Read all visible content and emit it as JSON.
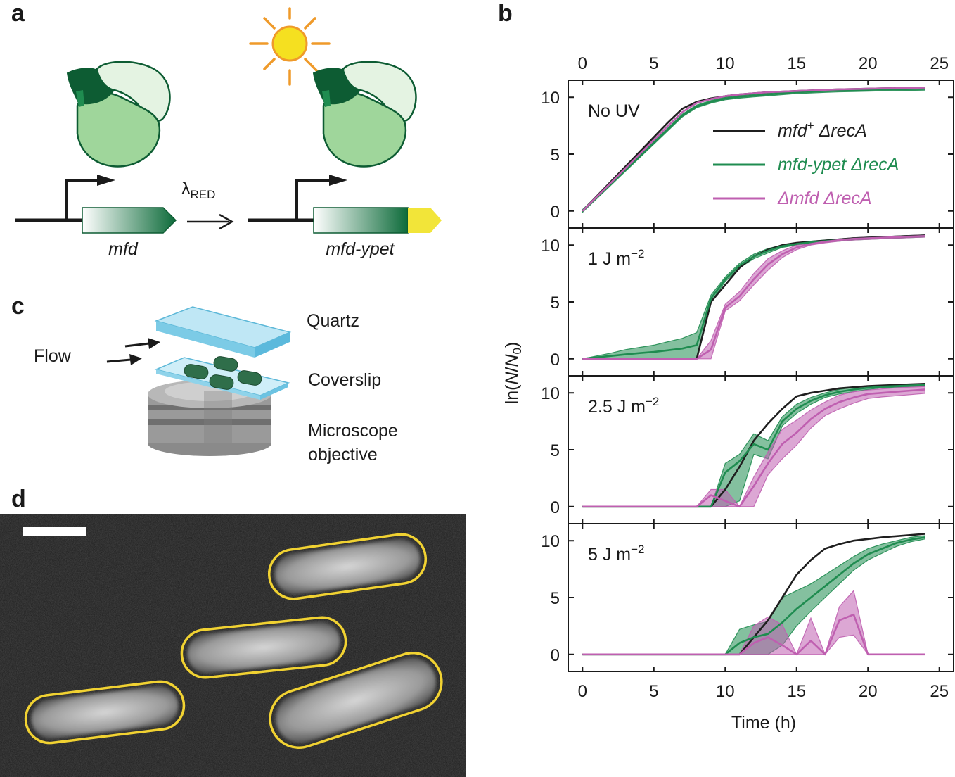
{
  "panels": {
    "a": "a",
    "b": "b",
    "c": "c",
    "d": "d"
  },
  "panel_a": {
    "gene_label": "mfd",
    "fusion_label": "mfd-ypet",
    "arrow_label_main": "λ",
    "arrow_label_sub": "RED",
    "colors": {
      "dark_green": "#0d5c33",
      "mid_green": "#9fd69b",
      "light_green": "#e4f3e2",
      "ypet_yellow": "#f2e539",
      "sun_yellow": "#f5e020",
      "sun_orange": "#ef9a2a"
    }
  },
  "panel_c": {
    "flow_label": "Flow",
    "quartz_label": "Quartz",
    "coverslip_label": "Coverslip",
    "objective_label_line1": "Microscope",
    "objective_label_line2": "objective",
    "colors": {
      "glass": "#8fd3ea",
      "cell": "#2f6e4a",
      "metal": "#9a9a9a"
    }
  },
  "panel_d": {
    "outline_color": "#f1d232",
    "background": "#1b1b1b"
  },
  "chart_data": {
    "type": "line",
    "xlabel": "Time (h)",
    "ylabel_prefix": "ln(",
    "ylabel_N": "N",
    "ylabel_slash": "/",
    "ylabel_N0": "N",
    "ylabel_sub": "0",
    "ylabel_suffix": ")",
    "xlim": [
      -1,
      26
    ],
    "ylim": [
      -1.5,
      11.5
    ],
    "xticks": [
      0,
      5,
      10,
      15,
      20,
      25
    ],
    "yticks": [
      0,
      5,
      10
    ],
    "series_colors": [
      "#1f1f1f",
      "#1f8c50",
      "#bf5fb0"
    ],
    "legend": [
      {
        "main": "mfd",
        "sup": "+",
        "rest": " ΔrecA",
        "color": "#1f1f1f"
      },
      {
        "main": "mfd-ypet ΔrecA",
        "sup": "",
        "rest": "",
        "color": "#1f8c50"
      },
      {
        "main": "Δmfd ΔrecA",
        "sup": "",
        "rest": "",
        "color": "#bf5fb0"
      }
    ],
    "subplots": [
      {
        "label_main": "No UV",
        "label_unit": "",
        "label_sup": "",
        "series": [
          {
            "x": [
              0,
              1,
              2,
              3,
              4,
              5,
              6,
              7,
              8,
              9,
              10,
              11,
              12,
              13,
              14,
              15,
              16,
              17,
              18,
              19,
              20,
              21,
              22,
              23,
              24
            ],
            "y": [
              0,
              1.3,
              2.6,
              3.9,
              5.2,
              6.5,
              7.8,
              9.0,
              9.6,
              9.9,
              10.1,
              10.25,
              10.35,
              10.45,
              10.5,
              10.55,
              10.6,
              10.65,
              10.7,
              10.72,
              10.75,
              10.78,
              10.8,
              10.82,
              10.85
            ]
          },
          {
            "x": [
              0,
              1,
              2,
              3,
              4,
              5,
              6,
              7,
              8,
              9,
              10,
              11,
              12,
              13,
              14,
              15,
              16,
              17,
              18,
              19,
              20,
              21,
              22,
              23,
              24
            ],
            "y": [
              0,
              1.2,
              2.4,
              3.6,
              4.8,
              6.0,
              7.2,
              8.4,
              9.2,
              9.6,
              9.9,
              10.05,
              10.15,
              10.25,
              10.35,
              10.45,
              10.5,
              10.55,
              10.6,
              10.62,
              10.65,
              10.68,
              10.7,
              10.72,
              10.75
            ],
            "band": 0.12
          },
          {
            "x": [
              0,
              1,
              2,
              3,
              4,
              5,
              6,
              7,
              8,
              9,
              10,
              11,
              12,
              13,
              14,
              15,
              16,
              17,
              18,
              19,
              20,
              21,
              22,
              23,
              24
            ],
            "y": [
              0,
              1.25,
              2.5,
              3.75,
              5.0,
              6.25,
              7.5,
              8.7,
              9.5,
              9.85,
              10.1,
              10.25,
              10.35,
              10.45,
              10.5,
              10.55,
              10.6,
              10.65,
              10.7,
              10.72,
              10.75,
              10.78,
              10.8,
              10.82,
              10.85
            ]
          }
        ]
      },
      {
        "label_main": "1 J m",
        "label_unit": "",
        "label_sup": "−2",
        "series": [
          {
            "x": [
              0,
              8,
              9,
              10,
              11,
              12,
              13,
              14,
              15,
              16,
              17,
              18,
              19,
              20,
              21,
              22,
              23,
              24
            ],
            "y": [
              0,
              0,
              5.0,
              6.5,
              8.0,
              9.0,
              9.6,
              10.0,
              10.2,
              10.3,
              10.4,
              10.5,
              10.6,
              10.65,
              10.7,
              10.75,
              10.8,
              10.85
            ]
          },
          {
            "x": [
              0,
              1,
              2,
              3,
              4,
              5,
              6,
              7,
              8,
              9,
              10,
              11,
              12,
              13,
              14,
              15,
              16,
              17,
              18,
              19,
              20,
              21,
              22,
              23,
              24
            ],
            "y": [
              0,
              0.13,
              0.25,
              0.38,
              0.5,
              0.6,
              0.75,
              0.9,
              1.2,
              5.3,
              7.0,
              8.2,
              9.0,
              9.5,
              9.9,
              10.1,
              10.25,
              10.35,
              10.45,
              10.55,
              10.6,
              10.65,
              10.7,
              10.75,
              10.8
            ],
            "upper": [
              0,
              0.25,
              0.5,
              0.8,
              1.0,
              1.2,
              1.5,
              1.8,
              2.3,
              5.6,
              7.2,
              8.4,
              9.2,
              9.7,
              10.0,
              10.2,
              10.35,
              10.45,
              10.55,
              10.65,
              10.7,
              10.75,
              10.8,
              10.85,
              10.9
            ],
            "lower": [
              0,
              0,
              0,
              0,
              0,
              0,
              0,
              0,
              0,
              5.0,
              6.8,
              8.0,
              8.8,
              9.3,
              9.8,
              10.0,
              10.15,
              10.25,
              10.35,
              10.45,
              10.5,
              10.55,
              10.6,
              10.65,
              10.7
            ]
          },
          {
            "x": [
              0,
              8,
              9,
              10,
              11,
              12,
              13,
              14,
              15,
              16,
              17,
              18,
              19,
              20,
              21,
              22,
              23,
              24
            ],
            "y": [
              0,
              0,
              0.8,
              4.5,
              5.5,
              7.0,
              8.3,
              9.2,
              9.8,
              10.1,
              10.3,
              10.45,
              10.55,
              10.6,
              10.65,
              10.7,
              10.75,
              10.8
            ],
            "upper": [
              0,
              0,
              1.6,
              4.8,
              5.9,
              7.5,
              8.8,
              9.5,
              10.0,
              10.2,
              10.4,
              10.55,
              10.65,
              10.7,
              10.75,
              10.8,
              10.85,
              10.9
            ],
            "lower": [
              0,
              0,
              0,
              4.2,
              5.1,
              6.5,
              7.8,
              8.9,
              9.6,
              10.0,
              10.2,
              10.35,
              10.45,
              10.5,
              10.55,
              10.6,
              10.65,
              10.7
            ]
          }
        ]
      },
      {
        "label_main": "2.5 J m",
        "label_unit": "",
        "label_sup": "−2",
        "series": [
          {
            "x": [
              0,
              9,
              10,
              11,
              12,
              13,
              14,
              15,
              16,
              17,
              18,
              19,
              20,
              21,
              22,
              23,
              24
            ],
            "y": [
              0,
              0,
              1.5,
              3.5,
              5.8,
              7.3,
              8.6,
              9.7,
              10.0,
              10.2,
              10.4,
              10.5,
              10.6,
              10.65,
              10.7,
              10.75,
              10.8
            ]
          },
          {
            "x": [
              0,
              9,
              10,
              11,
              12,
              13,
              14,
              15,
              16,
              17,
              18,
              19,
              20,
              21,
              22,
              23,
              24
            ],
            "y": [
              0,
              0,
              3.0,
              4.0,
              5.5,
              5.0,
              7.5,
              8.6,
              9.3,
              9.8,
              10.1,
              10.3,
              10.45,
              10.55,
              10.6,
              10.65,
              10.7
            ],
            "upper": [
              0,
              0,
              3.8,
              4.6,
              6.4,
              5.8,
              7.9,
              9.0,
              9.6,
              10.0,
              10.3,
              10.5,
              10.6,
              10.65,
              10.7,
              10.75,
              10.8
            ],
            "lower": [
              0,
              0,
              0,
              0.5,
              4.6,
              4.2,
              7.1,
              8.2,
              9.0,
              9.6,
              9.9,
              10.1,
              10.3,
              10.45,
              10.5,
              10.55,
              10.6
            ]
          },
          {
            "x": [
              0,
              8,
              9,
              10,
              11,
              12,
              13,
              14,
              15,
              16,
              17,
              18,
              19,
              20,
              21,
              22,
              23,
              24
            ],
            "y": [
              0,
              0,
              1.0,
              0.5,
              0,
              1.8,
              3.8,
              5.5,
              6.5,
              7.7,
              8.6,
              9.2,
              9.6,
              9.9,
              10.0,
              10.1,
              10.2,
              10.3
            ],
            "upper": [
              0,
              0,
              1.5,
              1.5,
              0,
              2.6,
              4.8,
              6.8,
              7.6,
              8.5,
              9.2,
              9.8,
              10.1,
              10.25,
              10.35,
              10.45,
              10.5,
              10.55
            ],
            "lower": [
              0,
              0,
              0,
              0,
              0,
              0,
              2.8,
              4.2,
              5.4,
              6.9,
              8.0,
              8.6,
              9.1,
              9.5,
              9.65,
              9.75,
              9.85,
              9.95
            ]
          }
        ]
      },
      {
        "label_main": "5 J m",
        "label_unit": "",
        "label_sup": "−2",
        "series": [
          {
            "x": [
              0,
              11,
              12,
              13,
              14,
              15,
              16,
              17,
              18,
              19,
              20,
              21,
              22,
              23,
              24
            ],
            "y": [
              0,
              0,
              1.5,
              3.0,
              5.0,
              7.0,
              8.3,
              9.3,
              9.7,
              10.0,
              10.15,
              10.3,
              10.4,
              10.5,
              10.6
            ]
          },
          {
            "x": [
              0,
              10,
              11,
              12,
              13,
              14,
              15,
              16,
              17,
              18,
              19,
              20,
              21,
              22,
              23,
              24
            ],
            "y": [
              0,
              0,
              1.0,
              1.5,
              1.8,
              2.8,
              4.0,
              5.0,
              6.0,
              7.0,
              8.0,
              8.8,
              9.3,
              9.8,
              10.1,
              10.3
            ],
            "upper": [
              0,
              0,
              2.2,
              2.6,
              2.9,
              5.0,
              5.6,
              6.2,
              7.0,
              7.8,
              8.6,
              9.3,
              9.7,
              10.0,
              10.3,
              10.45
            ],
            "lower": [
              0,
              0,
              0,
              0,
              0,
              0.8,
              2.5,
              3.8,
              5.0,
              6.2,
              7.4,
              8.3,
              8.9,
              9.5,
              9.9,
              10.15
            ]
          },
          {
            "x": [
              0,
              11,
              12,
              13,
              14,
              15,
              16,
              17,
              18,
              19,
              20,
              24
            ],
            "y": [
              0,
              0,
              1.0,
              1.5,
              0.8,
              0,
              1.2,
              0,
              3.0,
              3.5,
              0,
              0
            ],
            "upper": [
              0,
              0,
              2.5,
              3.3,
              2.6,
              0,
              3.2,
              0,
              4.2,
              5.6,
              0,
              0
            ],
            "lower": [
              0,
              0,
              0,
              0,
              0,
              0,
              0,
              0,
              1.5,
              1.7,
              0,
              0
            ]
          }
        ]
      }
    ]
  }
}
